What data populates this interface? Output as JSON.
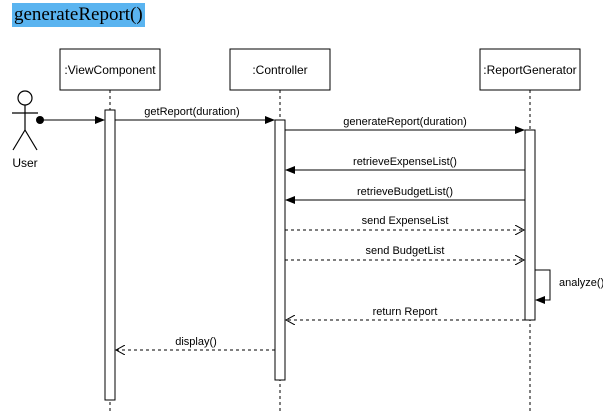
{
  "title": "generateReport()",
  "actor": {
    "label": "User"
  },
  "lifelines": [
    {
      "id": "view",
      "label": ":ViewComponent"
    },
    {
      "id": "controller",
      "label": ":Controller"
    },
    {
      "id": "generator",
      "label": ":ReportGenerator"
    }
  ],
  "messages": [
    {
      "label": "getReport(duration)",
      "type": "sync"
    },
    {
      "label": "generateReport(duration)",
      "type": "sync"
    },
    {
      "label": "retrieveExpenseList()",
      "type": "sync"
    },
    {
      "label": "retrieveBudgetList()",
      "type": "sync"
    },
    {
      "label": "send ExpenseList",
      "type": "return"
    },
    {
      "label": "send BudgetList",
      "type": "return"
    },
    {
      "label": "analyze()",
      "type": "self"
    },
    {
      "label": "return Report",
      "type": "return"
    },
    {
      "label": "display()",
      "type": "return"
    }
  ]
}
